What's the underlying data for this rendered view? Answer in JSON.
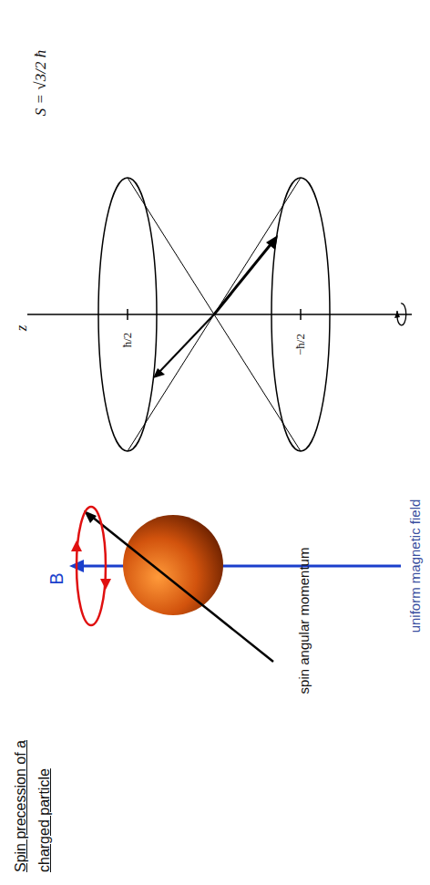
{
  "diagram": {
    "title": "Spin precession of a charged particle",
    "labels": [
      "B",
      "spin angular momentum",
      "uniform magnetic field",
      "z",
      "ħ/2",
      "−ħ/2",
      "S = √3/2 ħ"
    ]
  }
}
